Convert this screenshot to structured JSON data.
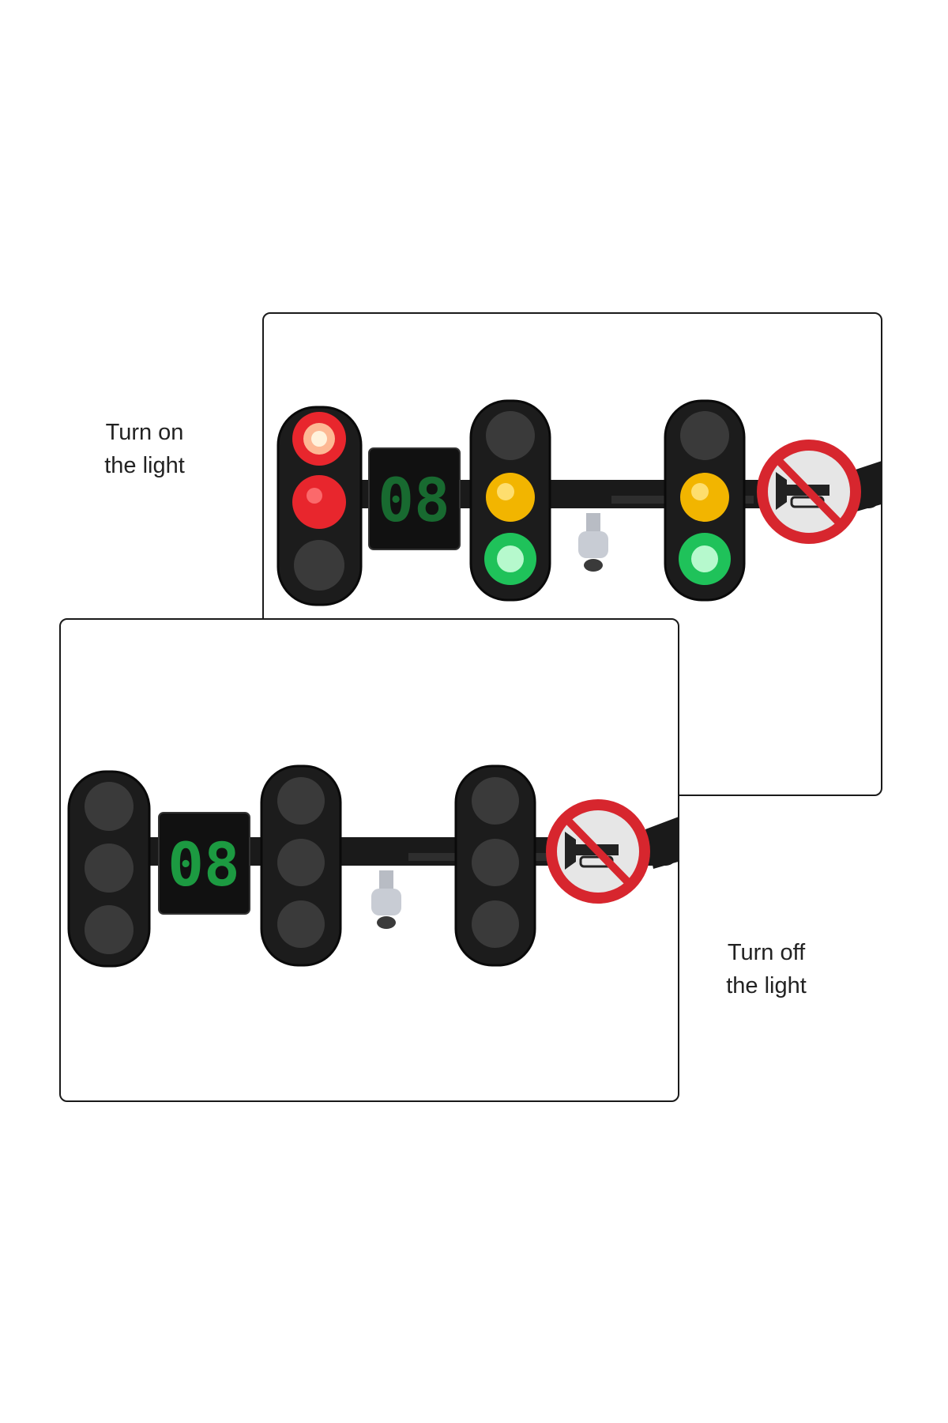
{
  "captions": {
    "on": {
      "line1": "Turn on",
      "line2": "the light"
    },
    "off": {
      "line1": "Turn off",
      "line2": "the light"
    }
  },
  "countdown_display": {
    "value": "08",
    "color": "#1fb34a"
  },
  "colors": {
    "housing": "#1c1c1c",
    "lamp_off": "#3a3a3a",
    "red": "#e8262d",
    "yellow": "#f2b500",
    "green": "#1fc25a",
    "sign_ring": "#d7262e",
    "sign_face": "#e6e6e6"
  },
  "icons": {
    "sign": "no-horn-sign-icon",
    "camera": "camera-icon"
  }
}
